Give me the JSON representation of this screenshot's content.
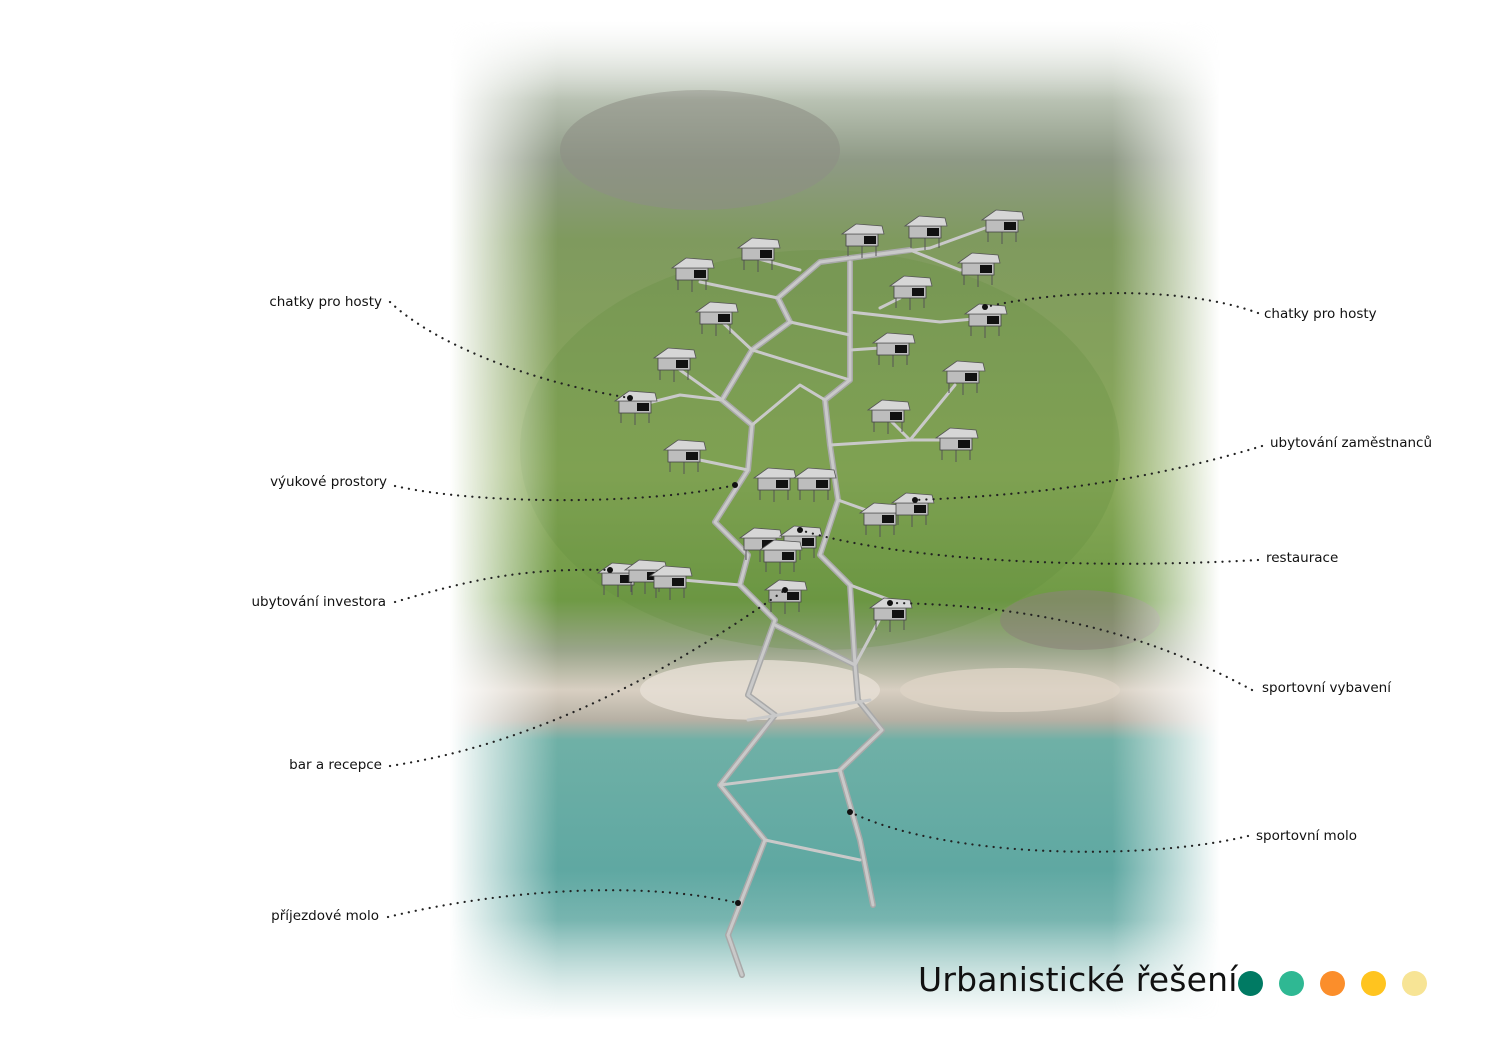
{
  "title": "Urbanistické řešení",
  "palette": [
    "#007a63",
    "#2fb893",
    "#fb8e2b",
    "#ffc41f",
    "#f7e495"
  ],
  "labels_left": [
    {
      "id": "chatky-left",
      "text": "chatky pro hosty"
    },
    {
      "id": "vyukove",
      "text": "výukové prostory"
    },
    {
      "id": "investor",
      "text": "ubytování investora"
    },
    {
      "id": "bar",
      "text": "bar a recepce"
    },
    {
      "id": "prijezd",
      "text": "příjezdové molo"
    }
  ],
  "labels_right": [
    {
      "id": "chatky-right",
      "text": "chatky pro hosty"
    },
    {
      "id": "zamestnanci",
      "text": "ubytování zaměstnanců"
    },
    {
      "id": "restaurace",
      "text": "restaurace"
    },
    {
      "id": "sport-vyb",
      "text": "sportovní vybavení"
    },
    {
      "id": "sport-molo",
      "text": "sportovní molo"
    }
  ]
}
